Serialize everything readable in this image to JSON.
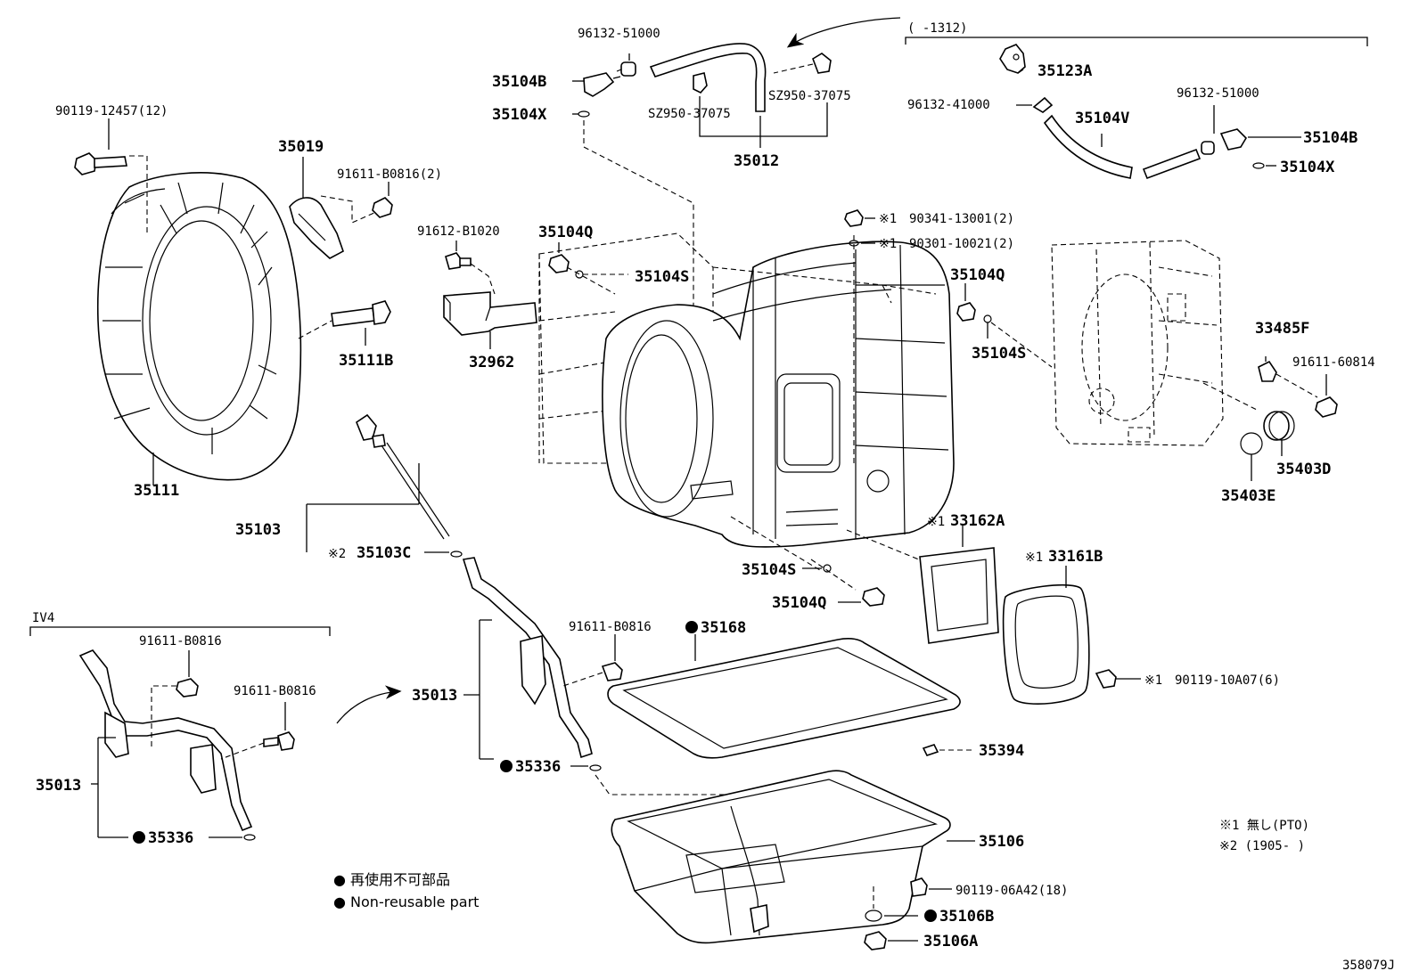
{
  "diagram_id": "358079J",
  "variant_ranges": {
    "top_range": "(      -1312)",
    "iv4": "IV4"
  },
  "parts": {
    "p96132_51000_a": "96132-51000",
    "p35104B_a": "35104B",
    "p35104X_a": "35104X",
    "pSZ950_left": "SZ950-37075",
    "pSZ950_right": "SZ950-37075",
    "p35012": "35012",
    "p35123A": "35123A",
    "p96132_41000": "96132-41000",
    "p96132_51000_b": "96132-51000",
    "p35104V": "35104V",
    "p35104B_b": "35104B",
    "p35104X_b": "35104X",
    "p90119_12457": "90119-12457(12)",
    "p35019": "35019",
    "p91611_B0816_2": "91611-B0816(2)",
    "p91612_B1020": "91612-B1020",
    "p35104Q_a": "35104Q",
    "p35104S_a": "35104S",
    "p90341_13001": "90341-13001(2)",
    "p90301_10021": "90301-10021(2)",
    "p35104Q_b": "35104Q",
    "p35104S_b": "35104S",
    "p33485F": "33485F",
    "p91611_60814": "91611-60814",
    "p35111B": "35111B",
    "p32962": "32962",
    "p35403D": "35403D",
    "p35403E": "35403E",
    "p35111": "35111",
    "p35103": "35103",
    "p35103C": "35103C",
    "p33162A": "33162A",
    "p33161B": "33161B",
    "p35104S_c": "35104S",
    "p35104Q_c": "35104Q",
    "p91611_B0816_iv4a": "91611-B0816",
    "p91611_B0816_iv4b": "91611-B0816",
    "p35013_left": "35013",
    "p35336_left": "35336",
    "p35013_mid": "35013",
    "p91611_B0816_mid": "91611-B0816",
    "p35168": "35168",
    "p90119_10A07": "90119-10A07(6)",
    "p35336_mid": "35336",
    "p35394": "35394",
    "p35106": "35106",
    "p90119_06A42": "90119-06A42(18)",
    "p35106B": "35106B",
    "p35106A": "35106A"
  },
  "marks": {
    "note1": "※1",
    "note2": "※2"
  },
  "notes": {
    "note1_text": "※1 無し(PTO)",
    "note2_text": "※2 (1905-      )"
  },
  "legend": {
    "nonreusable_jp": "● 再使用不可部品",
    "nonreusable_en": "● Non-reusable part"
  }
}
